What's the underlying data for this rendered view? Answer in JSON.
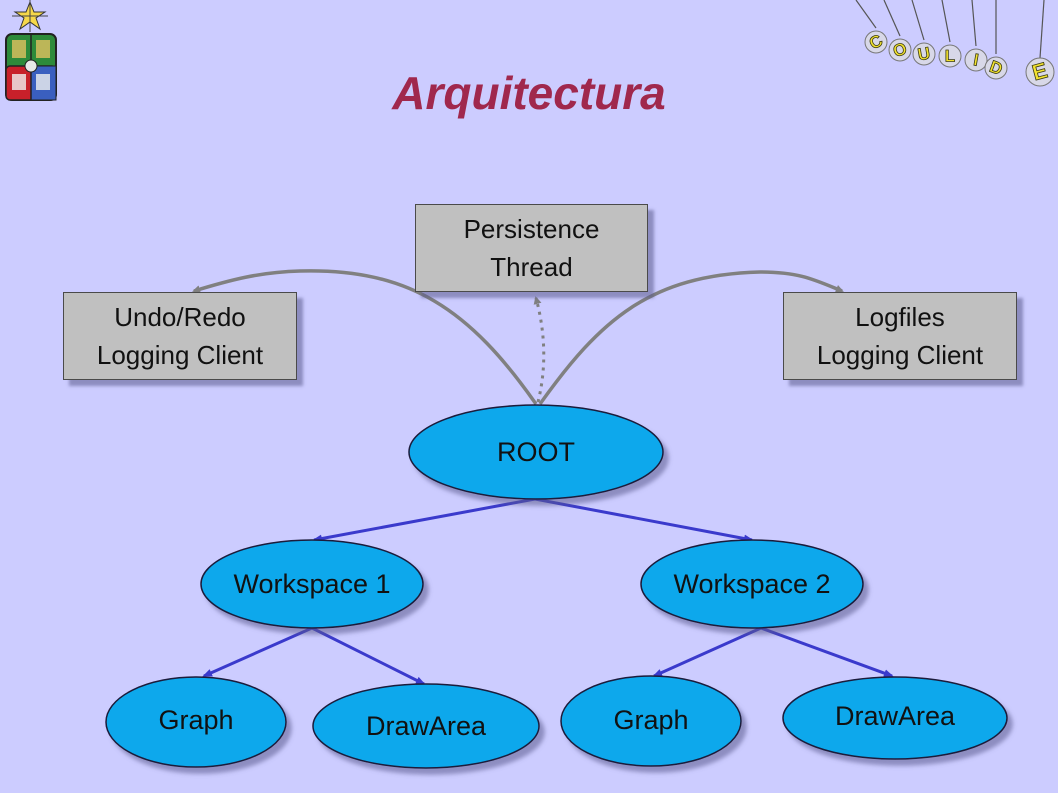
{
  "title": "Arquitectura",
  "boxes": {
    "persistence": [
      "Persistence",
      "Thread"
    ],
    "undo": [
      "Undo/Redo",
      "Logging Client"
    ],
    "logfiles": [
      "Logfiles",
      "Logging Client"
    ]
  },
  "nodes": {
    "root": "ROOT",
    "ws1": "Workspace 1",
    "ws2": "Workspace 2",
    "graph1": "Graph",
    "draw1": "DrawArea",
    "graph2": "Graph",
    "draw2": "DrawArea"
  },
  "logo": {
    "letters": [
      "C",
      "O",
      "U",
      "L",
      "I",
      "D",
      "E"
    ]
  },
  "colors": {
    "background": "#ccccff",
    "title": "#a0284d",
    "ellipse": "#0aa8ec",
    "box": "#c0c0c0",
    "tree_arrow": "#3a3acc",
    "log_arrow": "#808080"
  }
}
